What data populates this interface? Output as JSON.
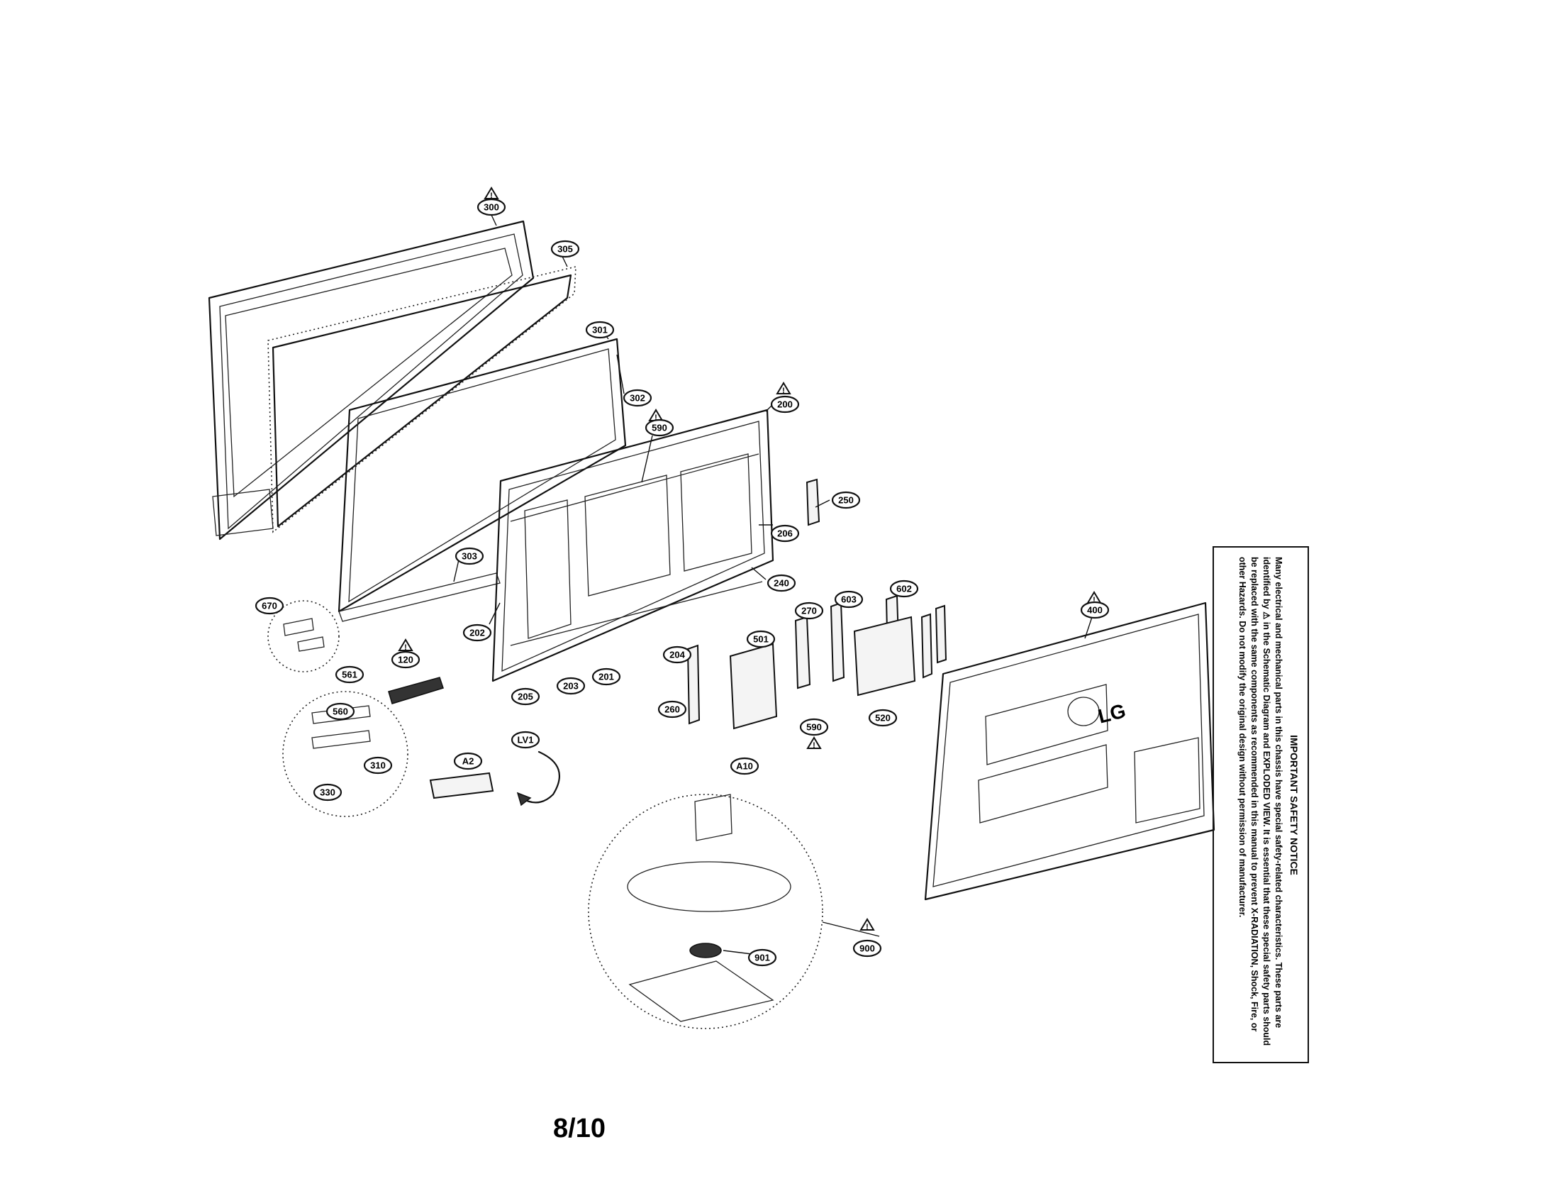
{
  "page": {
    "number": "8/10"
  },
  "safety_notice": {
    "title": "IMPORTANT SAFETY NOTICE",
    "body": "Many electrical and mechanical parts in this chassis have special safety-related characteristics. These parts are identified by ⚠ in the Schematic Diagram and EXPLODED VIEW. It is essential that these special safety parts should be replaced with the same components as recommended in this manual to prevent X-RADIATION, Shock, Fire, or other Hazards. Do not modify the original design without permission of manufacturer."
  },
  "brand": {
    "logo_text": "LG"
  },
  "part_labels": {
    "p300": "300",
    "p305": "305",
    "p301": "301",
    "p302": "302",
    "p200": "200",
    "p590a": "590",
    "p206": "206",
    "p250": "250",
    "p240": "240",
    "p303": "303",
    "p202": "202",
    "p670": "670",
    "p120": "120",
    "p561": "561",
    "p560": "560",
    "p310": "310",
    "p330": "330",
    "p205": "205",
    "p203": "203",
    "p201": "201",
    "p204": "204",
    "p260": "260",
    "p501": "501",
    "p270": "270",
    "p603": "603",
    "p602": "602",
    "p590b": "590",
    "p520": "520",
    "p400": "400",
    "pLV1": "LV1",
    "pA2": "A2",
    "pA10": "A10",
    "p901": "901",
    "p900": "900"
  }
}
